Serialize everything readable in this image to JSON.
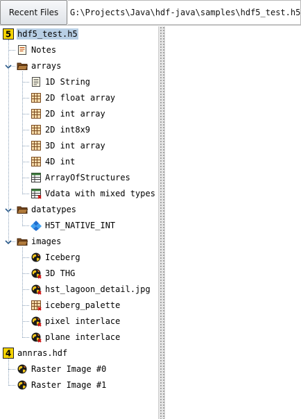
{
  "toolbar": {
    "recent_files_label": "Recent Files",
    "path_value": "G:\\Projects\\Java\\hdf-java\\samples\\hdf5_test.h5"
  },
  "tree": {
    "files": [
      {
        "label": "hdf5_test.h5",
        "icon": "hdf5-file-icon",
        "selected": true,
        "children": [
          {
            "label": "Notes",
            "icon": "notes-icon"
          },
          {
            "label": "arrays",
            "icon": "folder-open-icon",
            "expanded": true,
            "children": [
              {
                "label": "1D String",
                "icon": "text-dataset-icon"
              },
              {
                "label": "2D float array",
                "icon": "table-dataset-icon"
              },
              {
                "label": "2D int array",
                "icon": "table-dataset-icon"
              },
              {
                "label": "2D int8x9",
                "icon": "table-dataset-icon"
              },
              {
                "label": "3D int array",
                "icon": "table-dataset-icon"
              },
              {
                "label": "4D int",
                "icon": "table-dataset-icon"
              },
              {
                "label": "ArrayOfStructures",
                "icon": "compound-dataset-icon"
              },
              {
                "label": "Vdata with mixed types",
                "icon": "compound-attr-dataset-icon"
              }
            ]
          },
          {
            "label": "datatypes",
            "icon": "folder-open-icon",
            "expanded": true,
            "children": [
              {
                "label": "H5T_NATIVE_INT",
                "icon": "datatype-icon"
              }
            ]
          },
          {
            "label": "images",
            "icon": "folder-open-icon",
            "expanded": true,
            "children": [
              {
                "label": "Iceberg",
                "icon": "image-globe-icon"
              },
              {
                "label": "3D THG",
                "icon": "image-globe-attr-icon"
              },
              {
                "label": "hst_lagoon_detail.jpg",
                "icon": "image-globe-attr-icon"
              },
              {
                "label": "iceberg_palette",
                "icon": "palette-dataset-icon"
              },
              {
                "label": "pixel interlace",
                "icon": "image-globe-attr-icon"
              },
              {
                "label": "plane interlace",
                "icon": "image-globe-attr-icon"
              }
            ]
          }
        ]
      },
      {
        "label": "annras.hdf",
        "icon": "hdf4-file-icon",
        "children": [
          {
            "label": "Raster Image #0",
            "icon": "image-globe-icon"
          },
          {
            "label": "Raster Image #1",
            "icon": "image-globe-icon"
          }
        ]
      }
    ]
  },
  "colors": {
    "selection": "#b8cfe5",
    "connector": "#8aa0b8",
    "hdf5_badge": "#f5d300",
    "folder": "#8b5a2b",
    "datatype": "#1f6fd1"
  }
}
